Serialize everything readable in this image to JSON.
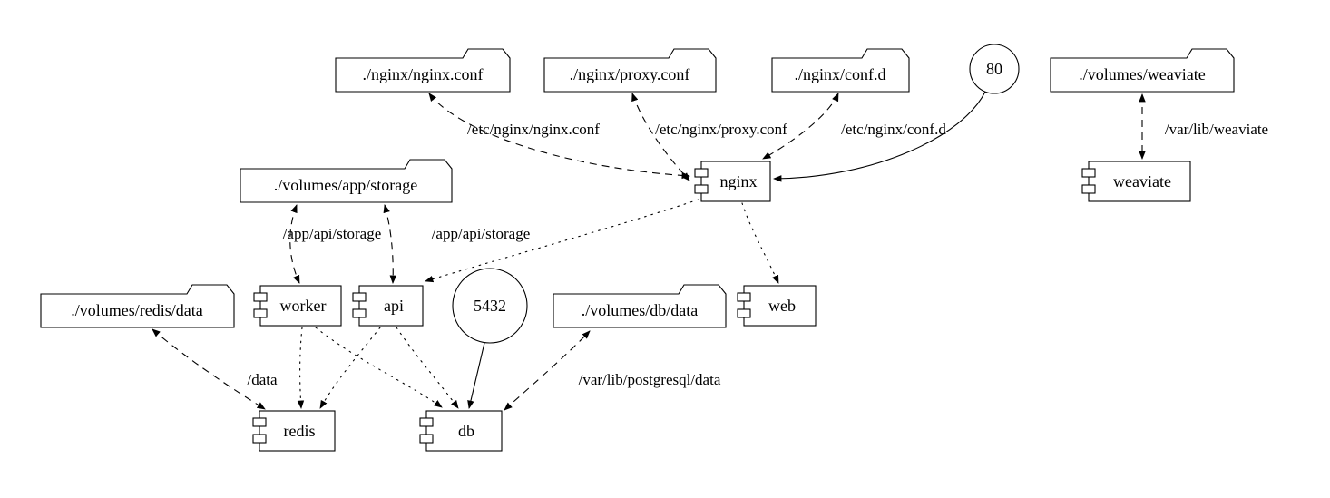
{
  "diagram": {
    "kind": "docker-compose-graph",
    "background_color": "#ffffff",
    "line_color": "#000000",
    "nodes": {
      "nginx_conf_file": {
        "label": "./nginx/nginx.conf",
        "shape": "folder"
      },
      "proxy_conf_file": {
        "label": "./nginx/proxy.conf",
        "shape": "folder"
      },
      "conf_d_dir": {
        "label": "./nginx/conf.d",
        "shape": "folder"
      },
      "port_80": {
        "label": "80",
        "shape": "circle"
      },
      "volumes_weaviate": {
        "label": "./volumes/weaviate",
        "shape": "folder"
      },
      "volumes_app_storage": {
        "label": "./volumes/app/storage",
        "shape": "folder"
      },
      "nginx": {
        "label": "nginx",
        "shape": "component"
      },
      "weaviate": {
        "label": "weaviate",
        "shape": "component"
      },
      "volumes_redis_data": {
        "label": "./volumes/redis/data",
        "shape": "folder"
      },
      "worker": {
        "label": "worker",
        "shape": "component"
      },
      "api": {
        "label": "api",
        "shape": "component"
      },
      "port_5432": {
        "label": "5432",
        "shape": "circle"
      },
      "volumes_db_data": {
        "label": "./volumes/db/data",
        "shape": "folder"
      },
      "web": {
        "label": "web",
        "shape": "component"
      },
      "redis": {
        "label": "redis",
        "shape": "component"
      },
      "db": {
        "label": "db",
        "shape": "component"
      }
    },
    "edges": [
      {
        "from": "nginx_conf_file",
        "to": "nginx",
        "style": "dashed",
        "direction": "both",
        "label": "/etc/nginx/nginx.conf"
      },
      {
        "from": "proxy_conf_file",
        "to": "nginx",
        "style": "dashed",
        "direction": "both",
        "label": "/etc/nginx/proxy.conf"
      },
      {
        "from": "conf_d_dir",
        "to": "nginx",
        "style": "dashed",
        "direction": "both",
        "label": "/etc/nginx/conf.d"
      },
      {
        "from": "port_80",
        "to": "nginx",
        "style": "solid",
        "direction": "forward",
        "label": ""
      },
      {
        "from": "volumes_weaviate",
        "to": "weaviate",
        "style": "dashed",
        "direction": "both",
        "label": "/var/lib/weaviate"
      },
      {
        "from": "volumes_app_storage",
        "to": "worker",
        "style": "dashed",
        "direction": "both",
        "label": "/app/api/storage"
      },
      {
        "from": "volumes_app_storage",
        "to": "api",
        "style": "dashed",
        "direction": "both",
        "label": "/app/api/storage"
      },
      {
        "from": "nginx",
        "to": "api",
        "style": "dotted",
        "direction": "forward",
        "label": ""
      },
      {
        "from": "nginx",
        "to": "web",
        "style": "dotted",
        "direction": "forward",
        "label": ""
      },
      {
        "from": "volumes_redis_data",
        "to": "redis",
        "style": "dashed",
        "direction": "both",
        "label": "/data"
      },
      {
        "from": "worker",
        "to": "redis",
        "style": "dotted",
        "direction": "forward",
        "label": ""
      },
      {
        "from": "worker",
        "to": "db",
        "style": "dotted",
        "direction": "forward",
        "label": ""
      },
      {
        "from": "api",
        "to": "redis",
        "style": "dotted",
        "direction": "forward",
        "label": ""
      },
      {
        "from": "api",
        "to": "db",
        "style": "dotted",
        "direction": "forward",
        "label": ""
      },
      {
        "from": "port_5432",
        "to": "db",
        "style": "solid",
        "direction": "forward",
        "label": ""
      },
      {
        "from": "volumes_db_data",
        "to": "db",
        "style": "dashed",
        "direction": "both",
        "label": "/var/lib/postgresql/data"
      }
    ]
  }
}
